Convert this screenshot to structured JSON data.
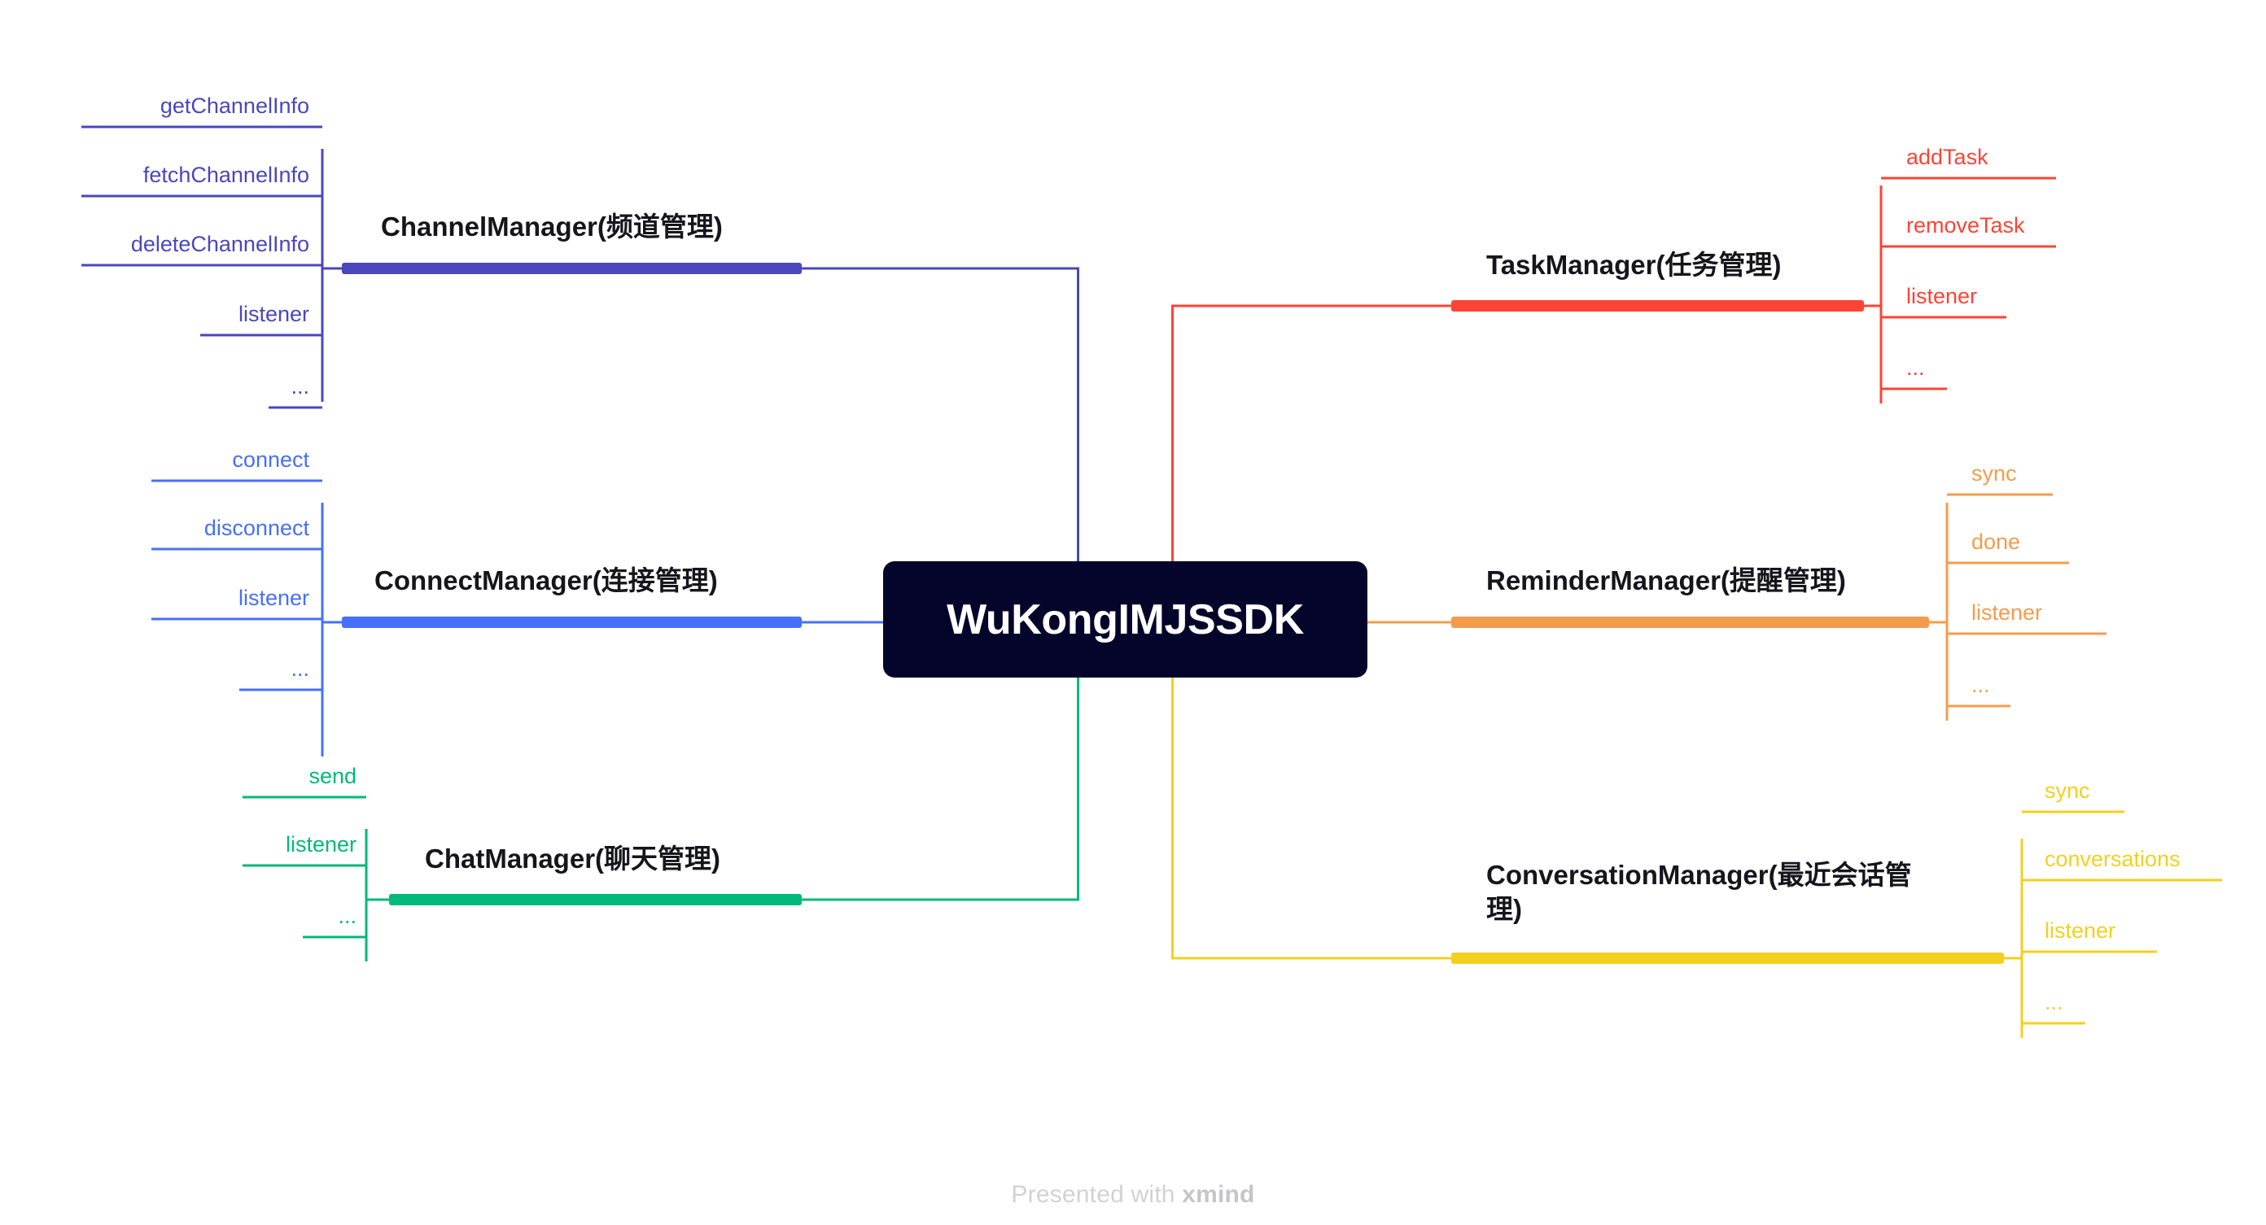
{
  "root": {
    "label": "WuKongIMJSSDK",
    "bg": "#05052c",
    "text_color": "#ffffff"
  },
  "watermark": {
    "prefix": "Presented with ",
    "brand": "xmind"
  },
  "branches": [
    {
      "id": "channel-manager",
      "label": "ChannelManager(频道管理)",
      "color": "#4a47bd",
      "side": "left",
      "leaves": [
        {
          "label": "getChannelInfo"
        },
        {
          "label": "fetchChannelInfo"
        },
        {
          "label": "deleteChannelInfo"
        },
        {
          "label": "listener"
        },
        {
          "label": "..."
        }
      ]
    },
    {
      "id": "connect-manager",
      "label": "ConnectManager(连接管理)",
      "color": "#4470fb",
      "side": "left",
      "leaves": [
        {
          "label": "connect"
        },
        {
          "label": "disconnect"
        },
        {
          "label": "listener"
        },
        {
          "label": "..."
        }
      ]
    },
    {
      "id": "chat-manager",
      "label": "ChatManager(聊天管理)",
      "color": "#00b97a",
      "side": "left",
      "leaves": [
        {
          "label": "send"
        },
        {
          "label": "listener"
        },
        {
          "label": "..."
        }
      ]
    },
    {
      "id": "task-manager",
      "label": "TaskManager(任务管理)",
      "color": "#fb4436",
      "side": "right",
      "leaves": [
        {
          "label": "addTask"
        },
        {
          "label": "removeTask"
        },
        {
          "label": "listener"
        },
        {
          "label": "..."
        }
      ]
    },
    {
      "id": "reminder-manager",
      "label": "ReminderManager(提醒管理)",
      "color": "#f59c4c",
      "side": "right",
      "leaves": [
        {
          "label": "sync"
        },
        {
          "label": "done"
        },
        {
          "label": "listener"
        },
        {
          "label": "..."
        }
      ]
    },
    {
      "id": "conversation-manager",
      "label": "ConversationManager(最近会话管\n理)",
      "color": "#f2d020",
      "side": "right",
      "leaves": [
        {
          "label": "sync"
        },
        {
          "label": "conversations"
        },
        {
          "label": "listener"
        },
        {
          "label": "..."
        }
      ]
    }
  ]
}
